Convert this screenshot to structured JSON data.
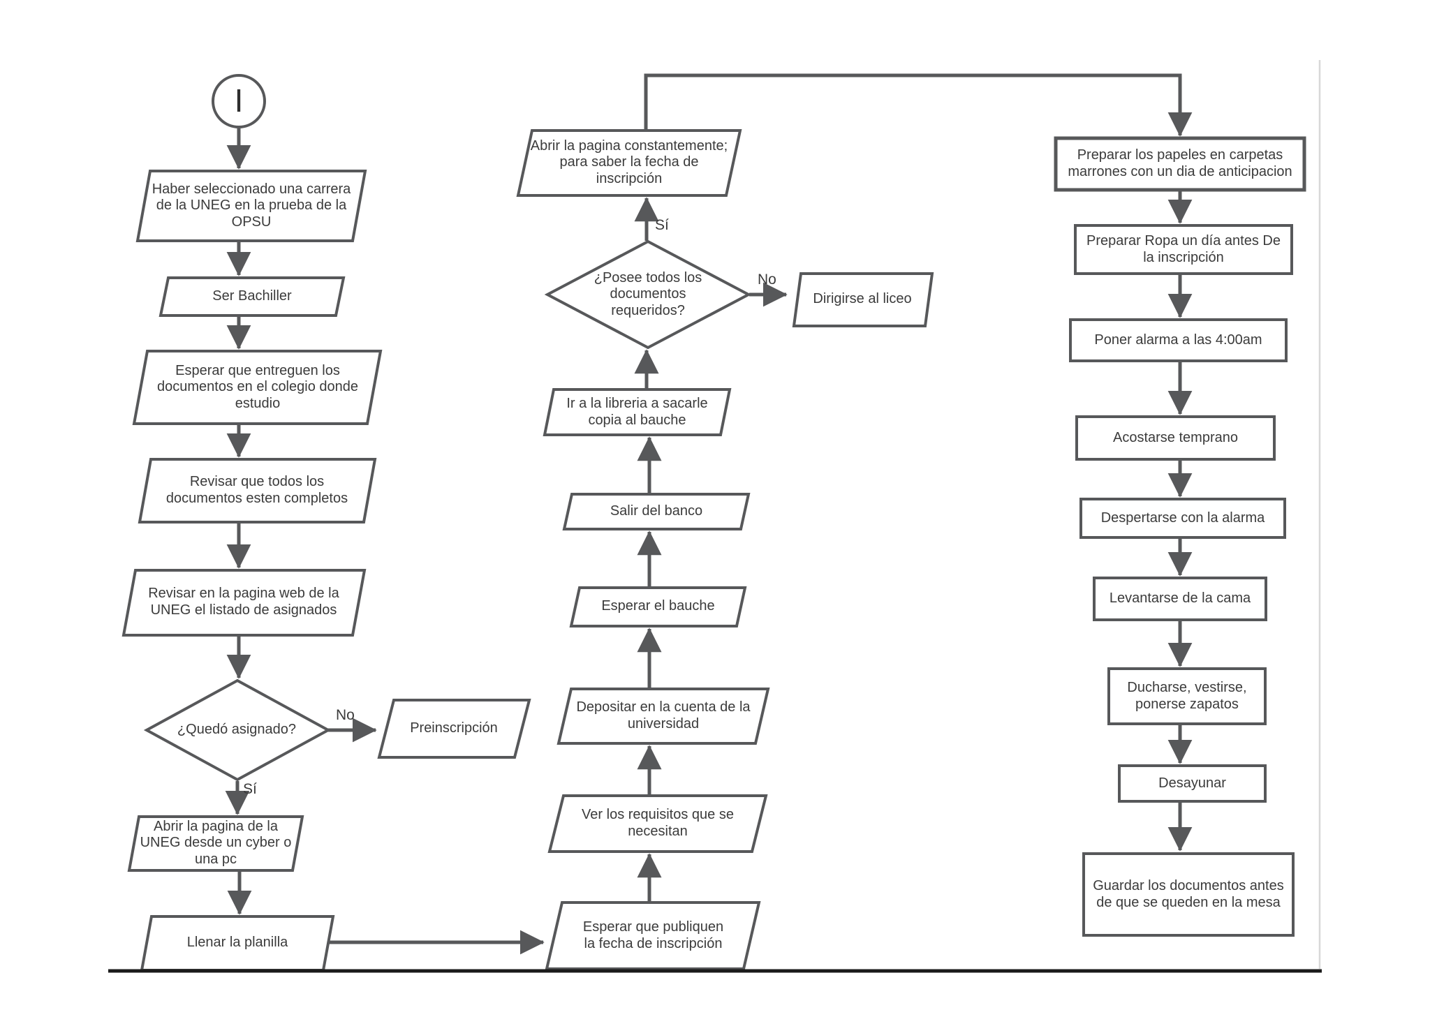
{
  "nodes": {
    "start": "I",
    "haber_seleccionado": "Haber seleccionado una carrera de la UNEG en la prueba de la OPSU",
    "ser_bachiller": "Ser Bachiller",
    "esperar_entreguen": "Esperar que entreguen los documentos en el colegio donde estudio",
    "revisar_completos": "Revisar que todos los documentos esten completos",
    "revisar_listado": "Revisar en la pagina web de la UNEG el listado de asignados",
    "quedo_asignado": "¿Quedó asignado?",
    "preinscripcion": "Preinscripción",
    "abrir_pagina_uneg": "Abrir la pagina de la UNEG desde un cyber o una pc",
    "llenar_planilla": "Llenar la planilla",
    "esperar_publiquen": "Esperar que publiquen la fecha de inscripción",
    "ver_requisitos": "Ver los requisitos que se necesitan",
    "depositar_cuenta": "Depositar en la cuenta de la universidad",
    "esperar_bauche": "Esperar el bauche",
    "salir_banco": "Salir del banco",
    "ir_libreria": "Ir a la libreria a sacarle copia al bauche",
    "posee_documentos": "¿Posee todos los documentos requeridos?",
    "dirigirse_liceo": "Dirigirse al liceo",
    "abrir_constantemente": "Abrir la pagina constantemente; para saber la fecha de inscripción",
    "preparar_papeles": "Preparar los papeles en carpetas marrones con un dia de anticipacion",
    "preparar_ropa": "Preparar Ropa un día antes De la inscripción",
    "poner_alarma": "Poner alarma a las 4:00am",
    "acostarse_temprano": "Acostarse temprano",
    "despertarse_alarma": "Despertarse con la alarma",
    "levantarse_cama": "Levantarse de la cama",
    "ducharse": "Ducharse, vestirse, ponerse zapatos",
    "desayunar": "Desayunar",
    "guardar_documentos": "Guardar los documentos antes de que se queden en la mesa"
  },
  "edge_labels": {
    "quedo_no": "No",
    "quedo_si": "Sí",
    "posee_no": "No",
    "posee_si": "Sí"
  },
  "colors": {
    "stroke": "#57585a",
    "text": "#3b3b3b",
    "bottom_line": "#1b1b1b",
    "divider": "#d8d8d8",
    "bg": "#ffffff"
  }
}
